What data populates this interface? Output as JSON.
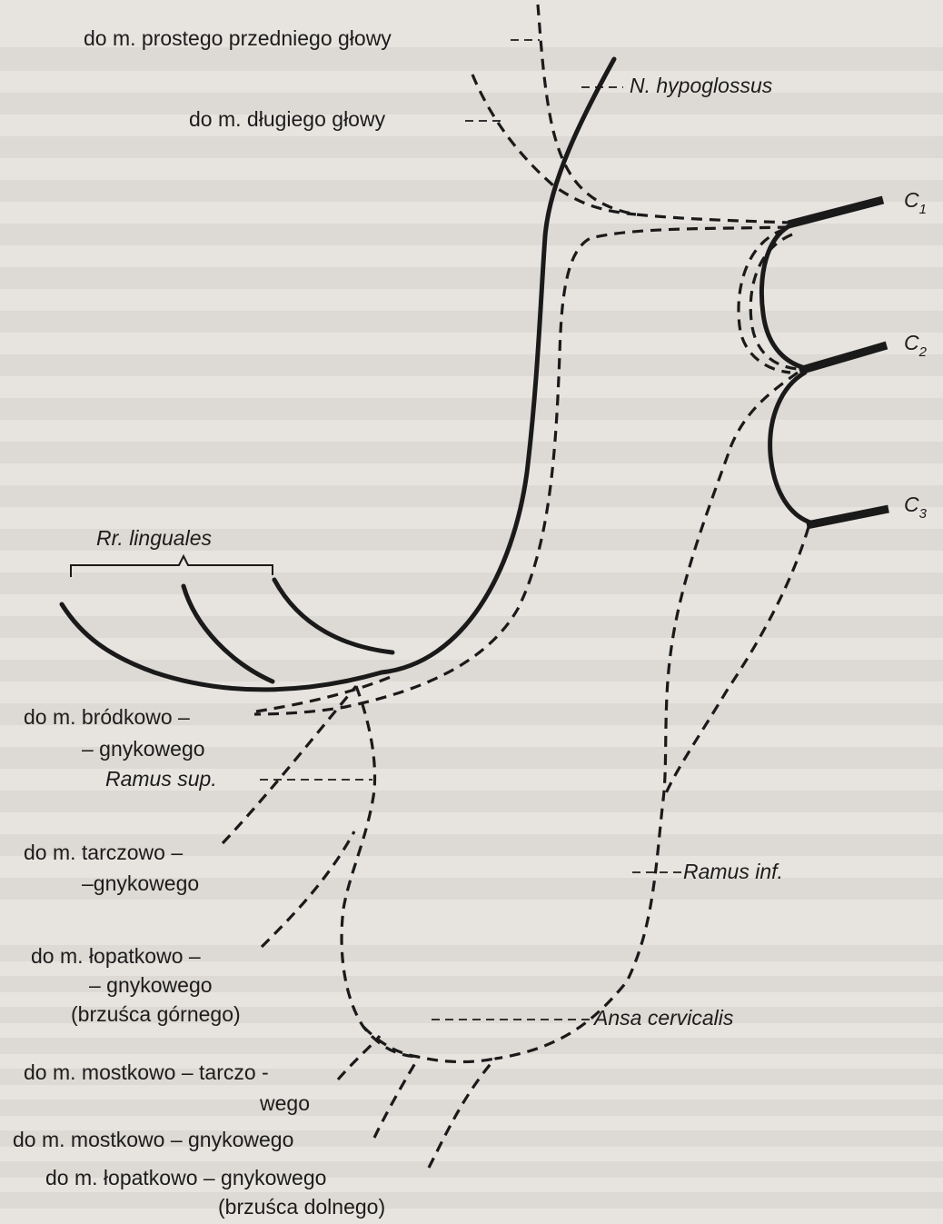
{
  "labels": {
    "prostego": "do m. prostego przedniego głowy",
    "dlugiego": "do m. długiego głowy",
    "hypoglossus": "N. hypoglossus",
    "c1": "C",
    "c1_sub": "1",
    "c2": "C",
    "c2_sub": "2",
    "c3": "C",
    "c3_sub": "3",
    "linguales": "Rr. linguales",
    "brodkowo_1": "do m. bródkowo –",
    "brodkowo_2": "– gnykowego",
    "ramus_sup": "Ramus sup.",
    "tarczowo_1": "do m. tarczowo –",
    "tarczowo_2": "–gnykowego",
    "ramus_inf": "Ramus inf.",
    "lopatkowo_g_1": "do m. łopatkowo –",
    "lopatkowo_g_2": "– gnykowego",
    "lopatkowo_g_3": "(brzuśca górnego)",
    "ansa": "Ansa cervicalis",
    "mostkowo_t_1": "do m. mostkowo – tarczo -",
    "mostkowo_t_2": "wego",
    "mostkowo_g": "do m. mostkowo – gnykowego",
    "lopatkowo_d_1": "do m. łopatkowo – gnykowego",
    "lopatkowo_d_2": "(brzuśca dolnego)"
  }
}
